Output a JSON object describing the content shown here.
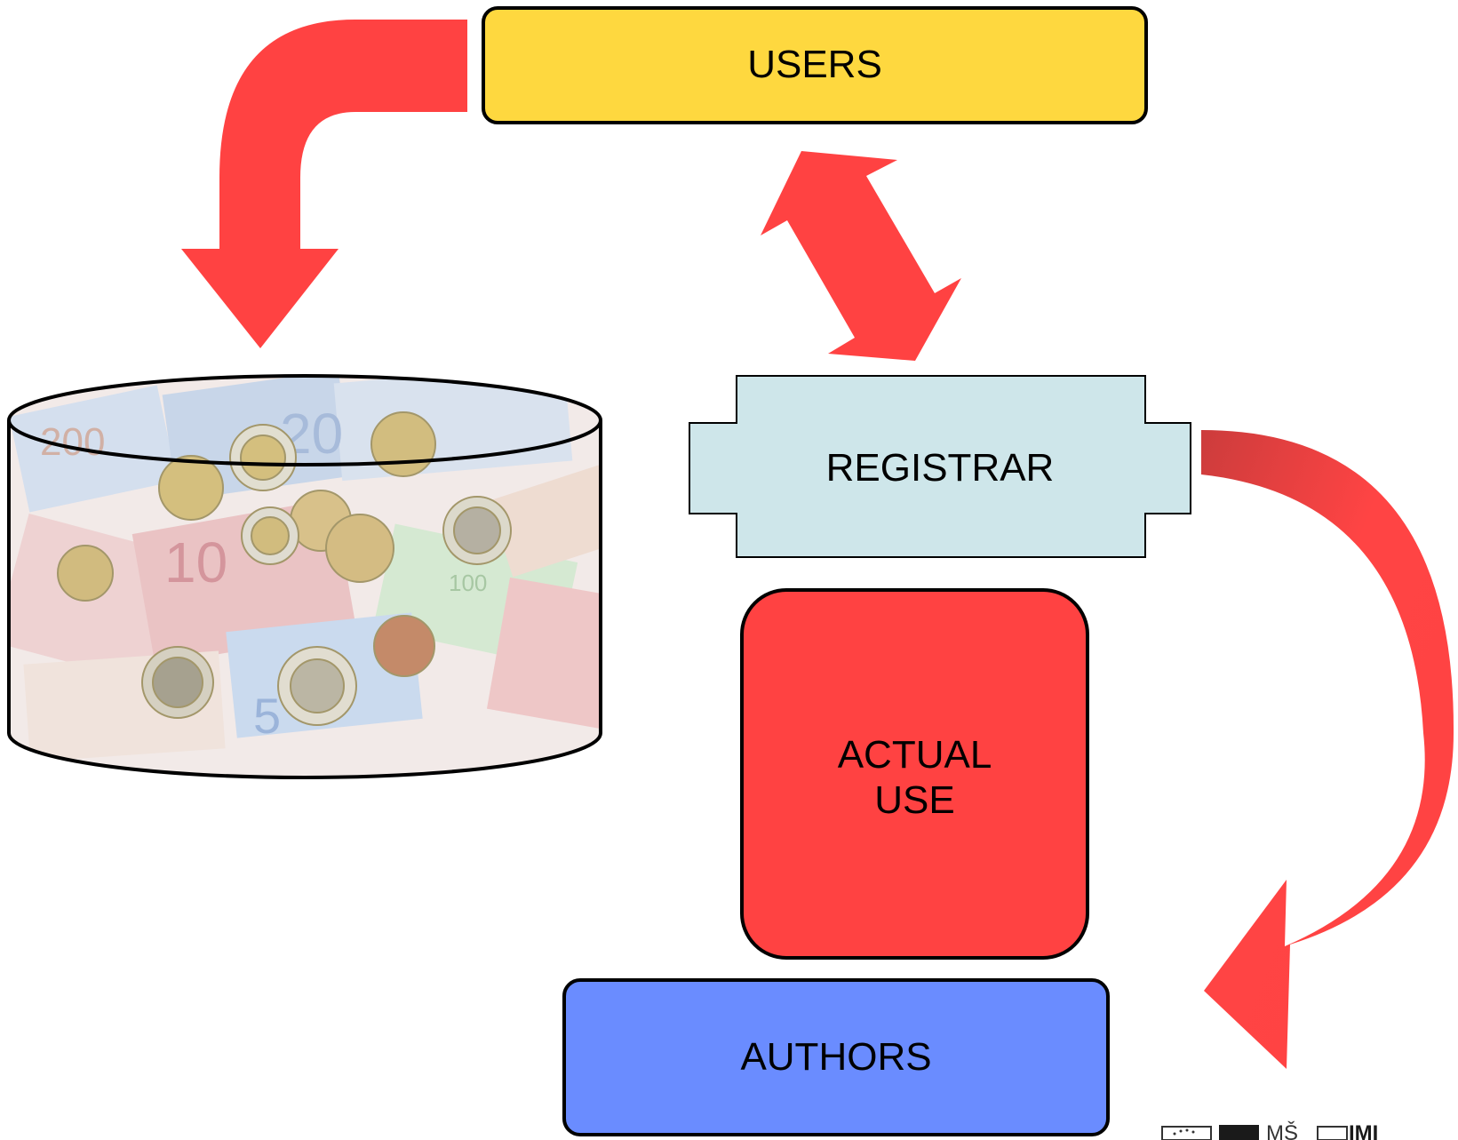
{
  "diagram": {
    "users_label": "USERS",
    "registrar_label": "REGISTRAR",
    "actual_use_label": "ACTUAL\nUSE",
    "authors_label": "AUTHORS"
  },
  "colors": {
    "users_fill": "#fed83f",
    "registrar_fill": "#cee6ea",
    "actual_use_fill": "#ff4242",
    "authors_fill": "#6a8cff",
    "arrow": "#ff4242",
    "arrow_dark": "#d63a3a"
  },
  "fund_image": {
    "description_icon": "euro-money-icon"
  },
  "logos": [
    "eu-logo-icon",
    "esf-logo-icon",
    "msmt-logo-icon",
    "imi-logo-icon"
  ]
}
